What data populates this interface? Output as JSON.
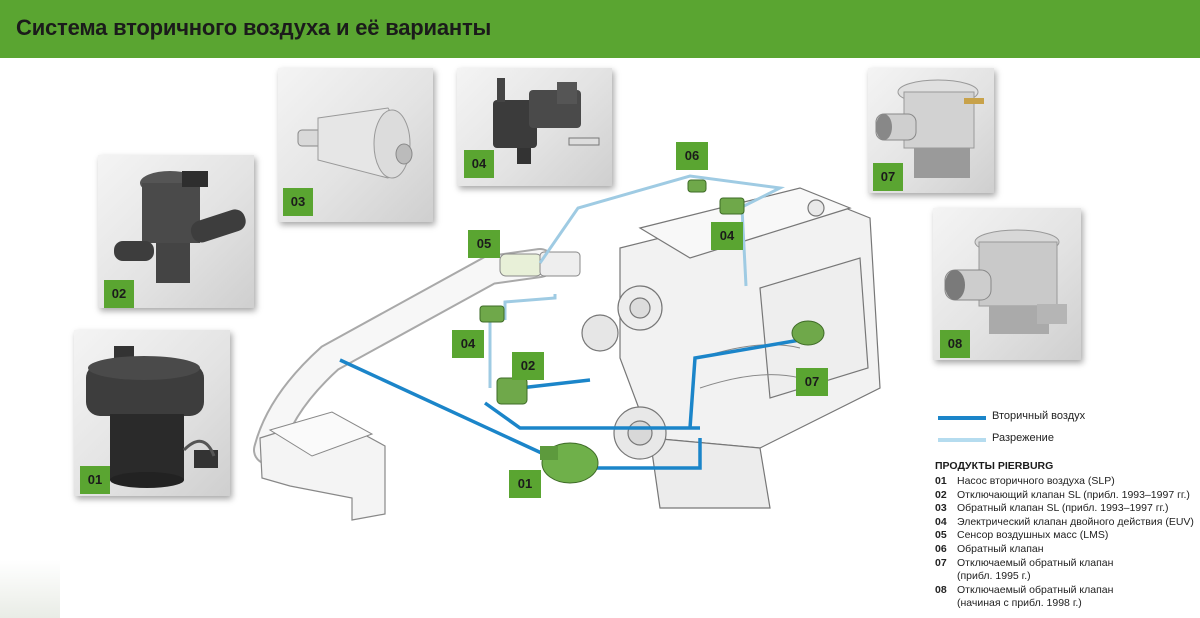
{
  "page": {
    "title": "Система вторичного воздуха и её варианты"
  },
  "photos": [
    {
      "id": "01",
      "label": "01"
    },
    {
      "id": "02",
      "label": "02"
    },
    {
      "id": "03",
      "label": "03"
    },
    {
      "id": "04",
      "label": "04"
    },
    {
      "id": "07",
      "label": "07"
    },
    {
      "id": "08",
      "label": "08"
    }
  ],
  "callouts": {
    "c01": "01",
    "c02": "02",
    "c04a": "04",
    "c04b": "04",
    "c05": "05",
    "c06": "06",
    "c07": "07"
  },
  "legend": {
    "secondary_air": "Вторичный воздух",
    "vacuum": "Разрежение",
    "colors": {
      "secondary_air": "#1b85c9",
      "vacuum": "#b5dcef",
      "accent": "#5aa531"
    }
  },
  "products": {
    "heading": "ПРОДУКТЫ PIERBURG",
    "items": [
      {
        "code": "01",
        "text": "Насос вторичного воздуха (SLP)"
      },
      {
        "code": "02",
        "text": "Отключающий клапан SL (прибл. 1993–1997 гг.)"
      },
      {
        "code": "03",
        "text": "Обратный клапан SL (прибл. 1993–1997 гг.)"
      },
      {
        "code": "04",
        "text": "Электрический клапан двойного действия (EUV)"
      },
      {
        "code": "05",
        "text": "Сенсор воздушных масс (LMS)"
      },
      {
        "code": "06",
        "text": "Обратный клапан"
      },
      {
        "code": "07",
        "text": "Отключаемый обратный клапан"
      },
      {
        "code": "",
        "text": "(прибл. 1995 г.)"
      },
      {
        "code": "08",
        "text": "Отключаемый обратный клапан"
      },
      {
        "code": "",
        "text": "(начиная с прибл. 1998 г.)"
      }
    ]
  }
}
